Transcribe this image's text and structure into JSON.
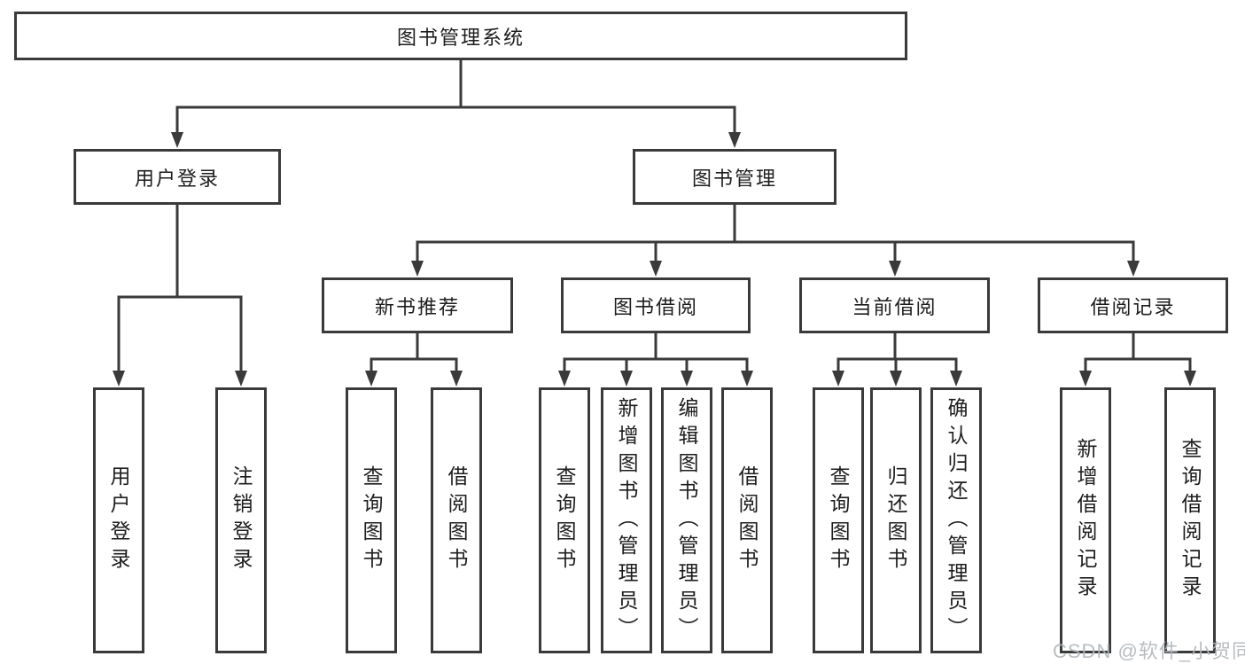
{
  "colors": {
    "line": "#3a3a3a",
    "box_border": "#3a3a3a",
    "text": "#1d1d1d",
    "watermark": "#b2b7bc",
    "background": "#ffffff"
  },
  "watermark": "CSDN @软件_小贺同学",
  "tree": {
    "label": "图书管理系统",
    "children": [
      {
        "label": "用户登录",
        "children": [
          {
            "label": "用户登录"
          },
          {
            "label": "注销登录"
          }
        ]
      },
      {
        "label": "图书管理",
        "children": [
          {
            "label": "新书推荐",
            "children": [
              {
                "label": "查询图书"
              },
              {
                "label": "借阅图书"
              }
            ]
          },
          {
            "label": "图书借阅",
            "children": [
              {
                "label": "查询图书"
              },
              {
                "label": "新增图书（管理员）"
              },
              {
                "label": "编辑图书（管理员）"
              },
              {
                "label": "借阅图书"
              }
            ]
          },
          {
            "label": "当前借阅",
            "children": [
              {
                "label": "查询图书"
              },
              {
                "label": "归还图书"
              },
              {
                "label": "确认归还（管理员）"
              }
            ]
          },
          {
            "label": "借阅记录",
            "children": [
              {
                "label": "新增借阅记录"
              },
              {
                "label": "查询借阅记录"
              }
            ]
          }
        ]
      }
    ]
  }
}
